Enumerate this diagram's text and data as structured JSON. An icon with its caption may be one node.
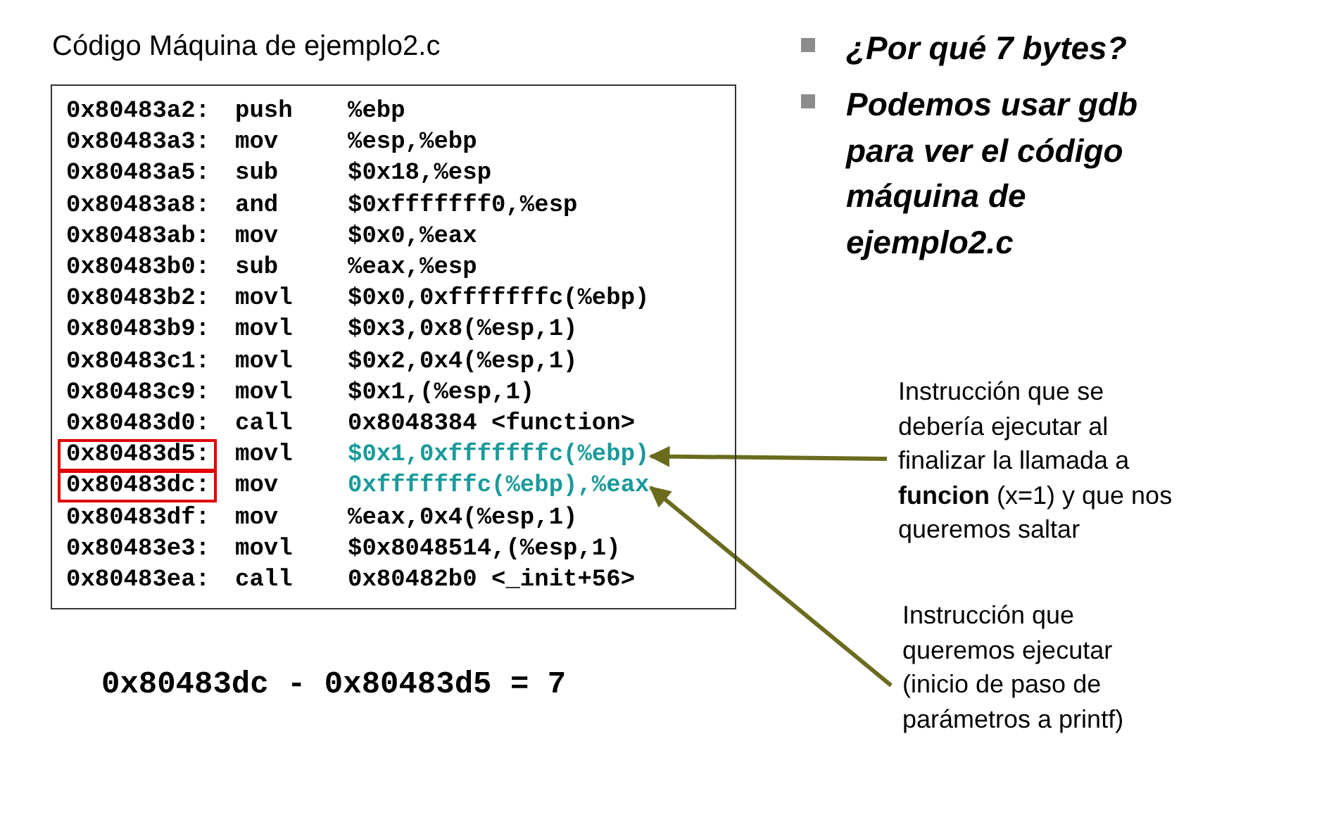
{
  "diagram": {
    "nodes": [
      {
        "text": [],
        "shape": "box"
      },
      {
        "text": [
          "0x80483d5:"
        ],
        "in": 0
      },
      {
        "text": [
          "$0x1,0xfffffffc(%ebp)"
        ],
        "in": 0
      },
      {
        "text": [
          "0x80483dc:"
        ],
        "in": 0
      },
      {
        "text": [
          "0xfffffffc(%ebp),%eax"
        ],
        "in": 0
      },
      {
        "text": [
          "Instrucción que se debería ejecutar al finalizar la llamada a **funcion** (x=1) y que nos queremos saltar"
        ]
      },
      {
        "text": [
          "Instrucción que queremos ejecutar (inicio de paso de parámetros a printf)"
        ]
      }
    ],
    "edges": [
      {
        "from": 5,
        "to": 2,
        "arrow": "to"
      },
      {
        "from": 6,
        "to": 4,
        "arrow": "to"
      }
    ],
    "labels": [
      "Código Máquina de ejemplo2.c",
      "¿Por qué 7 bytes?",
      "Podemos usar gdb para ver el código máquina de ejemplo2.c",
      "0x80483a2:",
      "push",
      "%ebp",
      "0x80483a3:",
      "mov",
      "%esp,%ebp",
      "0x80483a5:",
      "sub",
      "$0x18,%esp",
      "0x80483a8:",
      "and",
      "$0xfffffff0,%esp",
      "0x80483ab:",
      "mov",
      "$0x0,%eax",
      "0x80483b0:",
      "sub",
      "%eax,%esp",
      "0x80483b2:",
      "movl",
      "$0x0,0xfffffffc(%ebp)",
      "0x80483b9:",
      "movl",
      "$0x3,0x8(%esp,1)",
      "0x80483c1:",
      "movl",
      "$0x2,0x4(%esp,1)",
      "0x80483c9:",
      "movl",
      "$0x1,(%esp,1)",
      "0x80483d0:",
      "call",
      "0x8048384 <function>",
      "movl",
      "mov",
      "0x80483df:",
      "mov",
      "%eax,0x4(%esp,1)",
      "0x80483e3:",
      "movl",
      "$0x8048514,(%esp,1)",
      "0x80483ea:",
      "call",
      "0x80482b0 <_init+56>",
      "0x80483dc - 0x80483d5 = 7"
    ]
  }
}
